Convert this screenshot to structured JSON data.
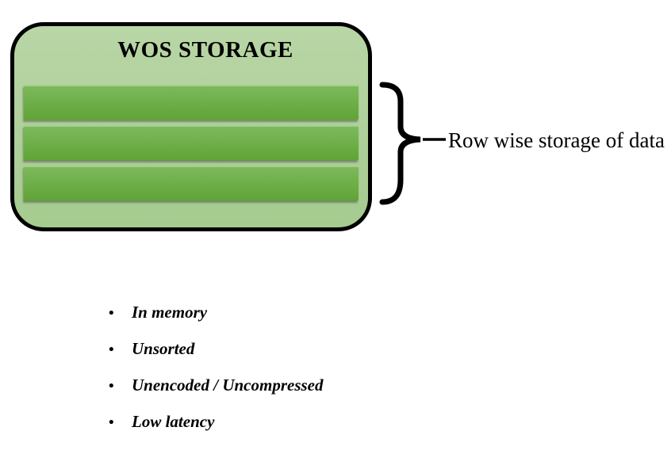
{
  "box": {
    "title": "WOS STORAGE",
    "rows": [
      "",
      "",
      ""
    ]
  },
  "brace": {
    "label": "Row wise storage of data"
  },
  "bullets": {
    "glyph": "•",
    "items": [
      "In memory",
      "Unsorted",
      "Unencoded / Uncompressed",
      "Low latency"
    ]
  },
  "colors": {
    "box_fill_top": "#b9d6a6",
    "box_fill_bottom": "#a5cb8f",
    "bar_fill_top": "#7eba5e",
    "bar_fill_bottom": "#60a436",
    "outline": "#000000",
    "text": "#000000"
  }
}
